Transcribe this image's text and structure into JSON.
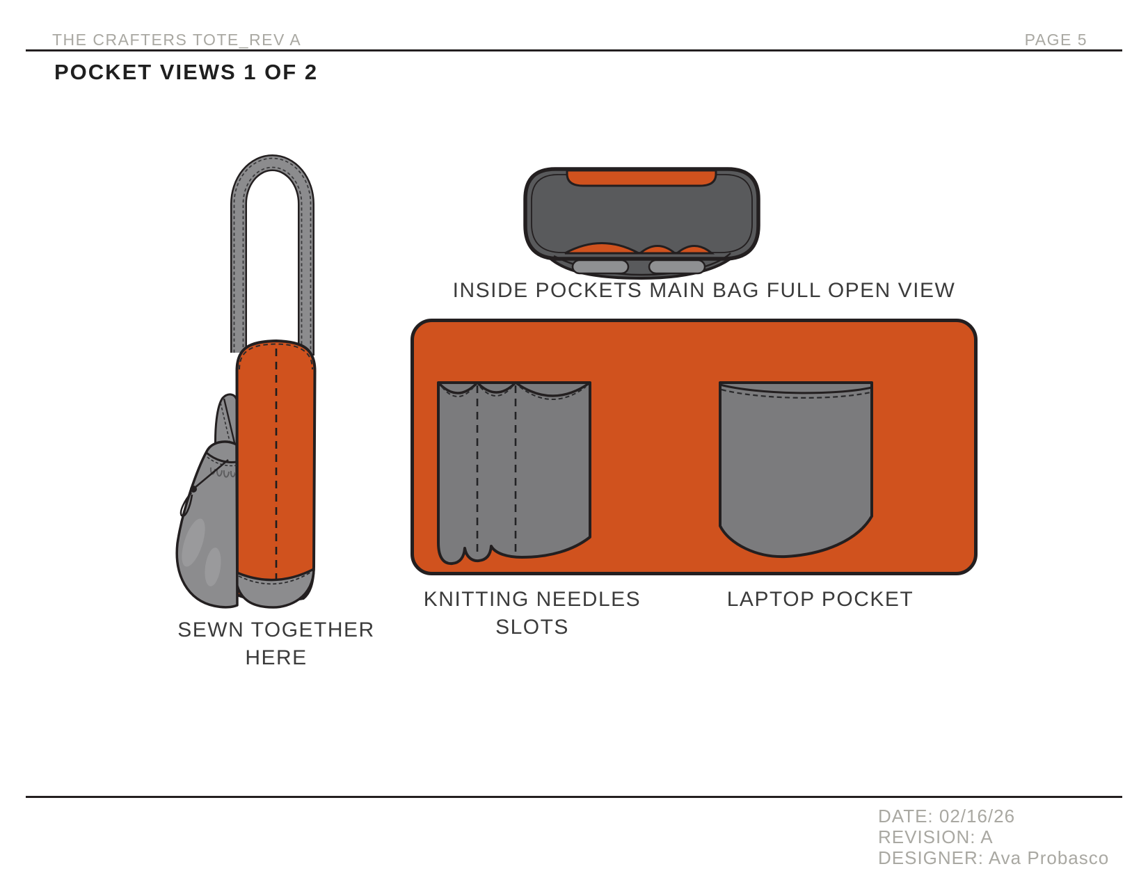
{
  "header": {
    "doc_title": "THE CRAFTERS TOTE_REV A",
    "page_label": "PAGE 5"
  },
  "page": {
    "title": "POCKET VIEWS 1 OF 2"
  },
  "illustrations": {
    "side_view": {
      "label_line1": "SEWN TOGETHER",
      "label_line2": "HERE"
    },
    "top_view": {
      "caption": "INSIDE POCKETS MAIN BAG FULL OPEN VIEW"
    },
    "inside_panel": {
      "knitting_label_line1": "KNITTING NEEDLES",
      "knitting_label_line2": "SLOTS",
      "laptop_label": "LAPTOP POCKET"
    }
  },
  "footer": {
    "date": "DATE: 02/16/26",
    "revision": "REVISION: A",
    "designer": "DESIGNER: Ava Probasco"
  },
  "colors": {
    "orange": "#d0521e",
    "outline": "#231f20",
    "dark_gray": "#595a5c",
    "pocket_gray": "#7b7b7d",
    "strap_gray": "#8c8c8e",
    "tab_gray": "#8f9092",
    "highlight_gray": "#9a9a9c",
    "muted_text": "#a9a8a2",
    "label_text": "#3b3b3b",
    "title_text": "#1f1f1f"
  }
}
